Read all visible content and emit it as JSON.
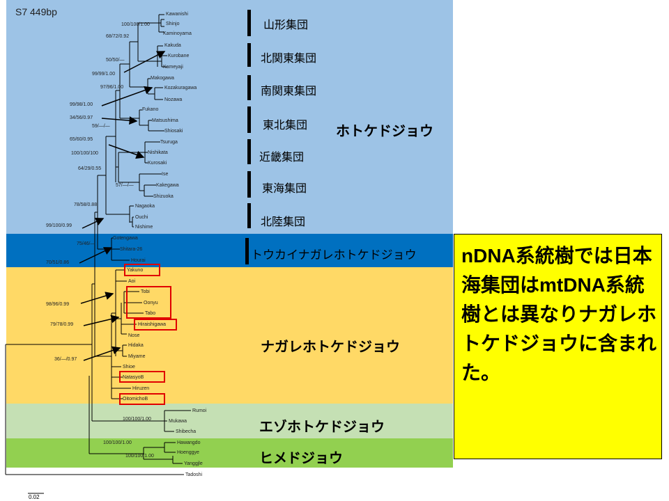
{
  "title": "S7  449bp",
  "scale_label": "0.02",
  "colors": {
    "hotoke": "#9dc3e6",
    "toukai": "#0070c0",
    "nagare": "#ffd966",
    "ezo": "#c5e0b4",
    "hime": "#92d050",
    "highlight": "#e00000",
    "note_bg": "#ffff00"
  },
  "species": {
    "hotoke": "ホトケドジョウ",
    "toukai": "トウカイナガレホトケドジョウ",
    "nagare": "ナガレホトケドジョウ",
    "ezo": "エゾホトケドジョウ",
    "hime": "ヒメドジョウ"
  },
  "groups": {
    "yamagata": "山形集団",
    "kitakanto": "北関東集団",
    "minamikanto": "南関東集団",
    "tohoku": "東北集団",
    "kinki": "近畿集団",
    "tokai": "東海集団",
    "hokuriku": "北陸集団"
  },
  "taxa": {
    "kawanishi": "Kawanishi",
    "shinjo": "Shinjo",
    "kaminoyama": "Kaminoyama",
    "kakuda": "Kakuda",
    "kurobane": "Kurobane",
    "kameyaji": "Kameyaji",
    "makogawa": "Makogawa",
    "kozakuragawa": "Kozakuragawa",
    "nozawa": "Nozawa",
    "fukano": "Fukano",
    "matsushima": "Matsushima",
    "shiosaki": "Shiosaki",
    "tsuruga": "Tsuruga",
    "nishikata": "Nishikata",
    "kurosaki": "Kurosaki",
    "ise": "Ise",
    "kakegawa": "Kakegawa",
    "shizuoka": "Shizuoka",
    "nagaoka": "Nagaoka",
    "ouchi": "Ouchi",
    "nishime": "Nishime",
    "gotengawa": "Gotengawa",
    "shitara26": "Shitara-26",
    "hourai": "Hourai",
    "yakuno": "Yakuno",
    "aoi": "Aoi",
    "tobi": "Tobi",
    "oonyu": "Oonyu",
    "tabo": "Tabo",
    "hiraishigawa": "Hiraishigawa",
    "nose": "Nose",
    "hidaka": "Hidaka",
    "miyame": "Miyame",
    "shioe": "Shioe",
    "natasyob": "NatasyoB",
    "hiruzen": "Hiruzen",
    "oitomichob": "OitomichoB",
    "rumoi": "Rumoi",
    "mukawa": "Mukawa",
    "shibecha": "Shibecha",
    "hawangdo": "Hawangdo",
    "hoenggye": "Hoenggye",
    "yanggjle": "Yanggjle",
    "tadoshi": "Tadoshi"
  },
  "support": {
    "s1": "100/100/1.00",
    "s2": "68/72/0.92",
    "s3": "50/50/—",
    "s4": "99/99/1.00",
    "s5": "97/96/1.00",
    "s6": "99/98/1.00",
    "s7": "34/56/0.97",
    "s8": "59/—/—",
    "s9": "65/60/0.95",
    "s10": "100/100/100",
    "s11": "64/29/0.55",
    "s12": "57/—/—",
    "s13": "78/58/0.88",
    "s14": "99/100/0.99",
    "s15": "75/46/—",
    "s16": "70/51/0.86",
    "s17": "98/96/0.99",
    "s18": "79/78/0.99",
    "s19": "36/—/0.97",
    "s20": "100/100/1.00",
    "s21": "100/100/1.00",
    "s22": "100/100/1.00"
  },
  "note": "nDNA系統樹では日本海集団はmtDNA系統樹とは異なりナガレホトケドジョウに含まれた。"
}
